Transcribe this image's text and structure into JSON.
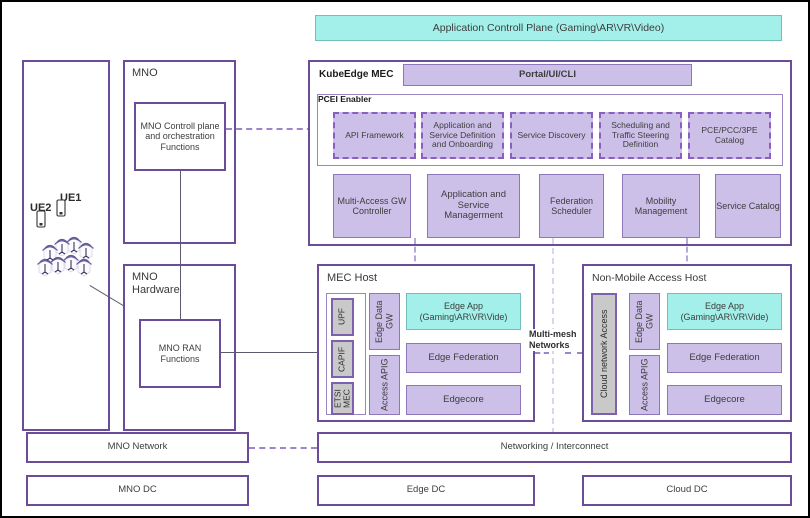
{
  "diagram": {
    "title": "PCEI Enabler MEC Architecture",
    "colors": {
      "purple_border": "#6B4C9A",
      "lavender_fill": "#CCC0E8",
      "cyan_fill": "#A3F0EA",
      "gray_fill": "#C9C9C9",
      "dashed_connector": "#9C86C9"
    }
  },
  "top_bar": {
    "label": "Application Controll Plane (Gaming\\AR\\VR\\Video)"
  },
  "ue_panel": {
    "ue1_label": "UE1",
    "ue2_label": "UE2"
  },
  "mno": {
    "title": "MNO",
    "control_plane": "MNO Controll plane and orchestration Functions"
  },
  "mno_hardware": {
    "title": "MNO Hardware",
    "ran": "MNO RAN Functions"
  },
  "kubeedge": {
    "title": "KubeEdge MEC",
    "portal": "Portal/UI/CLI",
    "pcei": {
      "title": "PCEI Enabler",
      "items": [
        "API Framework",
        "Application and Service Definition and Onboarding",
        "Service Discovery",
        "Scheduling and Traffic Steering Definition",
        "PCE/PCC/3PE Catalog"
      ]
    },
    "services": [
      "Multi-Access GW Controller",
      "Application and Service Managerment",
      "Federation Scheduler",
      "Mobility Management",
      "Service Catalog"
    ]
  },
  "mec_host": {
    "title": "MEC Host",
    "stack": [
      "UPF",
      "CAPIF",
      "ETSI MEC"
    ],
    "gateways": [
      "Edge Data GW",
      "Access APIG"
    ],
    "apps": [
      "Edge App (Gaming\\AR\\VR\\Vide)",
      "Edge Federation",
      "Edgecore"
    ]
  },
  "multi_mesh": {
    "label": "Multi-mesh Networks"
  },
  "non_mobile_host": {
    "title": "Non-Mobile Access Host",
    "access": "Cloud network Access",
    "gateways": [
      "Edge Data GW",
      "Access APIG"
    ],
    "apps": [
      "Edge App (Gaming\\AR\\VR\\Vide)",
      "Edge Federation",
      "Edgecore"
    ]
  },
  "network_row": {
    "mno_network": "MNO Network",
    "interconnect": "Networking / Interconnect"
  },
  "dc_row": {
    "mno_dc": "MNO DC",
    "edge_dc": "Edge DC",
    "cloud_dc": "Cloud DC"
  }
}
